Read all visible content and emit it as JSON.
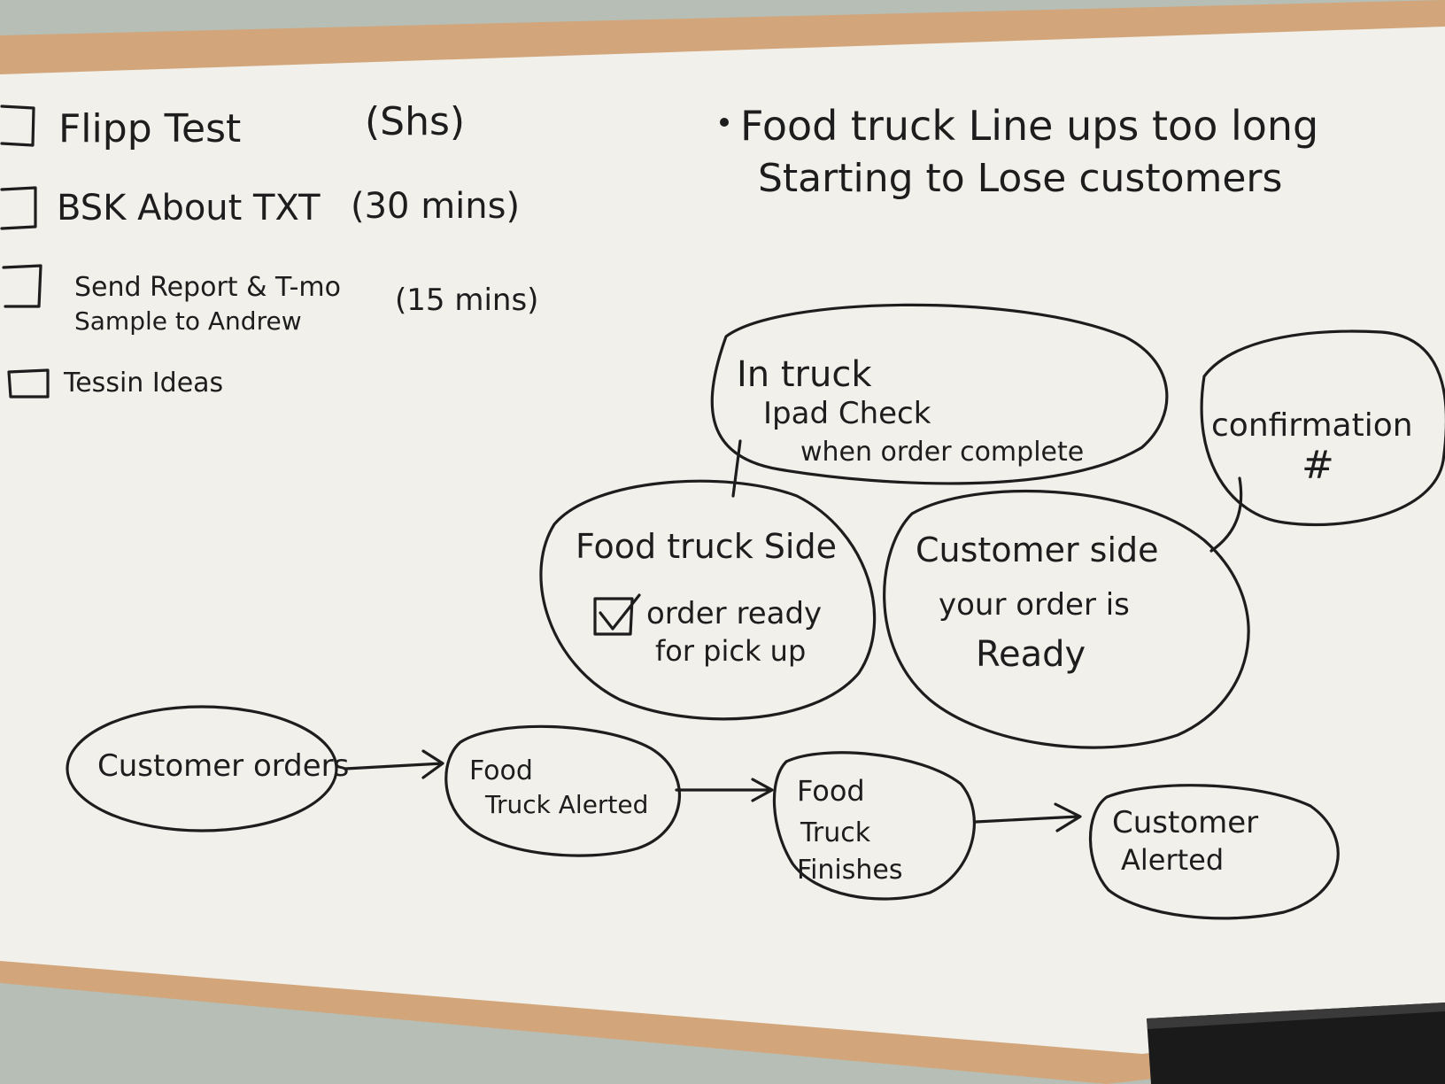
{
  "board": {
    "frame_color": "#d2a67a",
    "surface_color": "#f2f1ec",
    "ink_color": "#1d1d1d"
  },
  "todo": {
    "items": [
      {
        "text": "Flipp Test",
        "note": "(Shs)",
        "checked": false
      },
      {
        "text": "BSK About TXT",
        "note": "(30 mins)",
        "checked": false
      },
      {
        "text": "Send Report & T-mo",
        "text2": "Sample to Andrew",
        "note": "(15 mins)",
        "checked": false
      },
      {
        "text": "Tessin Ideas",
        "note": "",
        "checked": false
      }
    ]
  },
  "problem": {
    "line1": "Food truck Line ups too long",
    "line2": "Starting to Lose customers"
  },
  "bubbles": {
    "in_truck": {
      "line1": "In truck",
      "line2": "Ipad Check",
      "line3": "when order complete"
    },
    "confirmation": {
      "line1": "confirmation",
      "line2": "#"
    },
    "food_truck_side": {
      "title": "Food truck Side",
      "line1": "order ready",
      "line2": "for pick up",
      "checked": true
    },
    "customer_side": {
      "title": "Customer side",
      "line1": "your order is",
      "line2": "Ready"
    }
  },
  "flow": {
    "steps": [
      {
        "line1": "Customer orders",
        "line2": ""
      },
      {
        "line1": "Food",
        "line2": "Truck Alerted"
      },
      {
        "line1": "Food",
        "line2": "Truck",
        "line3": "Finishes"
      },
      {
        "line1": "Customer",
        "line2": "Alerted"
      }
    ]
  }
}
